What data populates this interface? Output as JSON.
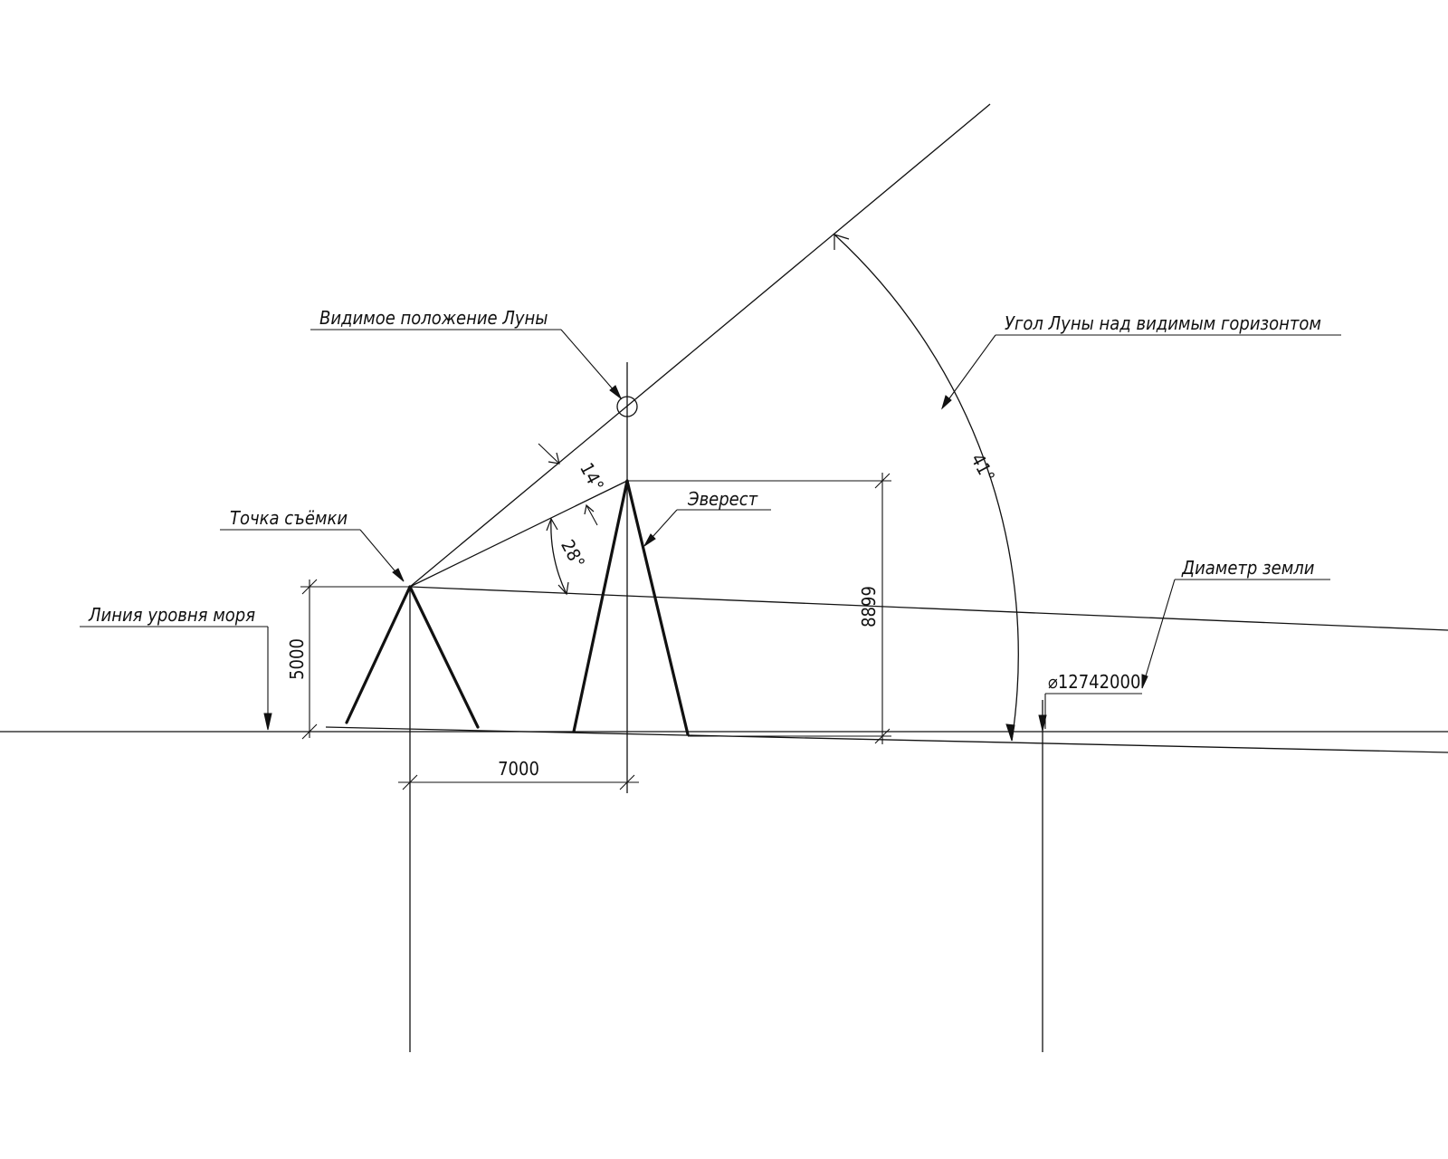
{
  "labels": {
    "moon_position": "Видимое положение Луны",
    "moon_angle": "Угол Луны над видимым горизонтом",
    "shooting_point": "Точка съёмки",
    "everest": "Эверест",
    "earth_diameter": "Диаметр земли",
    "sea_level_line": "Линия уровня моря"
  },
  "dimensions": {
    "angle_14": "14°",
    "angle_28": "28°",
    "angle_41": "41°",
    "height_observer": "5000",
    "height_everest": "8899",
    "distance": "7000",
    "diameter": "⌀12742000"
  },
  "colors": {
    "line": "#111111",
    "background": "#ffffff"
  }
}
